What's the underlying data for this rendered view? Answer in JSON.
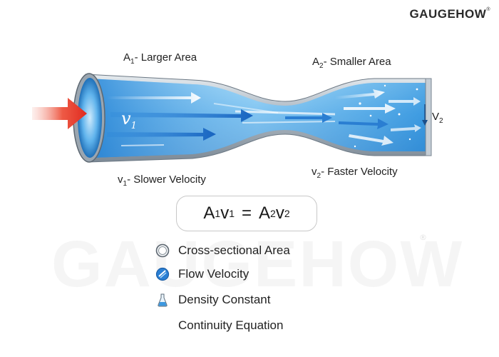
{
  "brand": {
    "name": "GAUGEHOW",
    "reg": "®"
  },
  "watermark": {
    "text": "GAUGEHOW",
    "reg": "®"
  },
  "labels": {
    "a1_symbol": "A",
    "a1_sub": "1",
    "a1_text": "- Larger Area",
    "a2_symbol": "A",
    "a2_sub": "2",
    "a2_text": "- Smaller Area",
    "v1_symbol": "v",
    "v1_sub": "1",
    "v1_text": "- Slower Velocity",
    "v2_symbol": "v",
    "v2_sub": "2",
    "v2_text": "- Faster Velocity",
    "pipe_v1": "v",
    "pipe_v1_sub": "1",
    "outlet_v2": "V",
    "outlet_v2_sub": "2"
  },
  "equation": {
    "a1": "A",
    "a1_sub": "1",
    "v1": "v",
    "v1_sub": "1",
    "equals": "=",
    "a2": "A",
    "a2_sub": "2",
    "v2": "v",
    "v2_sub": "2"
  },
  "legend": [
    {
      "icon": "cross-section-ring-icon",
      "label": "Cross-sectional Area"
    },
    {
      "icon": "flow-velocity-disc-icon",
      "label": "Flow Velocity"
    },
    {
      "icon": "flask-icon",
      "label": "Density Constant"
    },
    {
      "icon": "",
      "label": "Continuity Equation"
    }
  ],
  "colors": {
    "inlet_arrow": "#e8322a",
    "flow_blue": "#1e7bd6",
    "pipe_wall": "#9aa6b2",
    "text": "#222222"
  }
}
